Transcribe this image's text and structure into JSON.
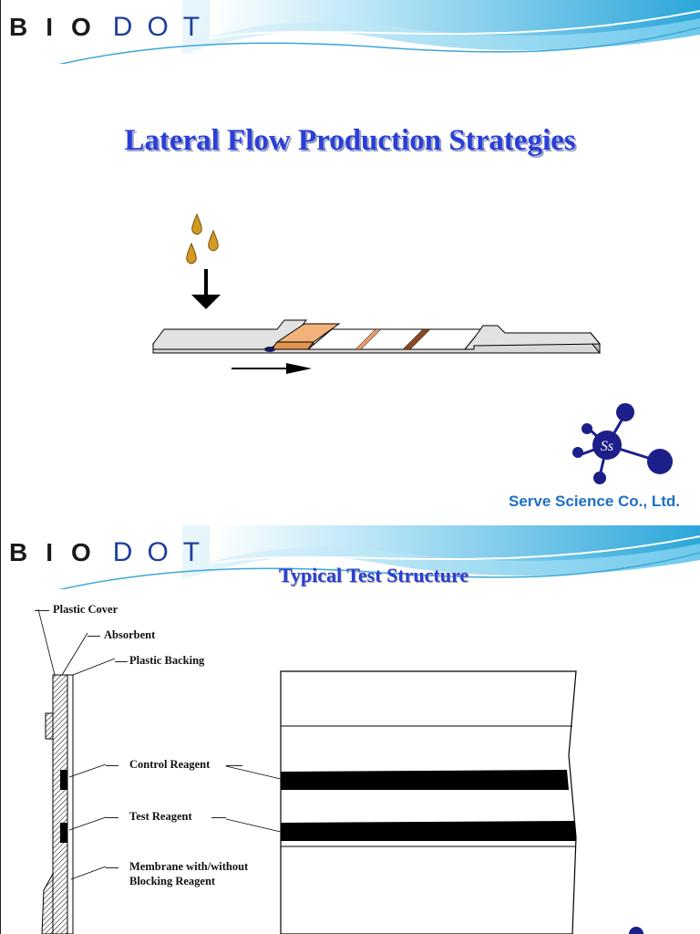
{
  "slide1": {
    "logo": {
      "left": "BIO",
      "right": "DOT"
    },
    "title": "Lateral Flow Production Strategies",
    "company_name": "Serve Science Co., Ltd.",
    "colors": {
      "title": "#2a3fd6",
      "company": "#1e6fc4",
      "conjugate_pad": "#f2b27a",
      "test_line": "#e89a6a",
      "control_line": "#8a4a1f",
      "drops": "#d39a22"
    }
  },
  "slide2": {
    "logo": {
      "left": "BIO",
      "right": "DOT"
    },
    "title": "Typical Test Structure",
    "labels": {
      "plastic_cover": "Plastic Cover",
      "absorbent": "Absorbent",
      "plastic_backing": "Plastic Backing",
      "control_reagent": "Control Reagent",
      "test_reagent": "Test Reagent",
      "membrane_line1": "Membrane with/without",
      "membrane_line2": "Blocking Reagent"
    }
  }
}
